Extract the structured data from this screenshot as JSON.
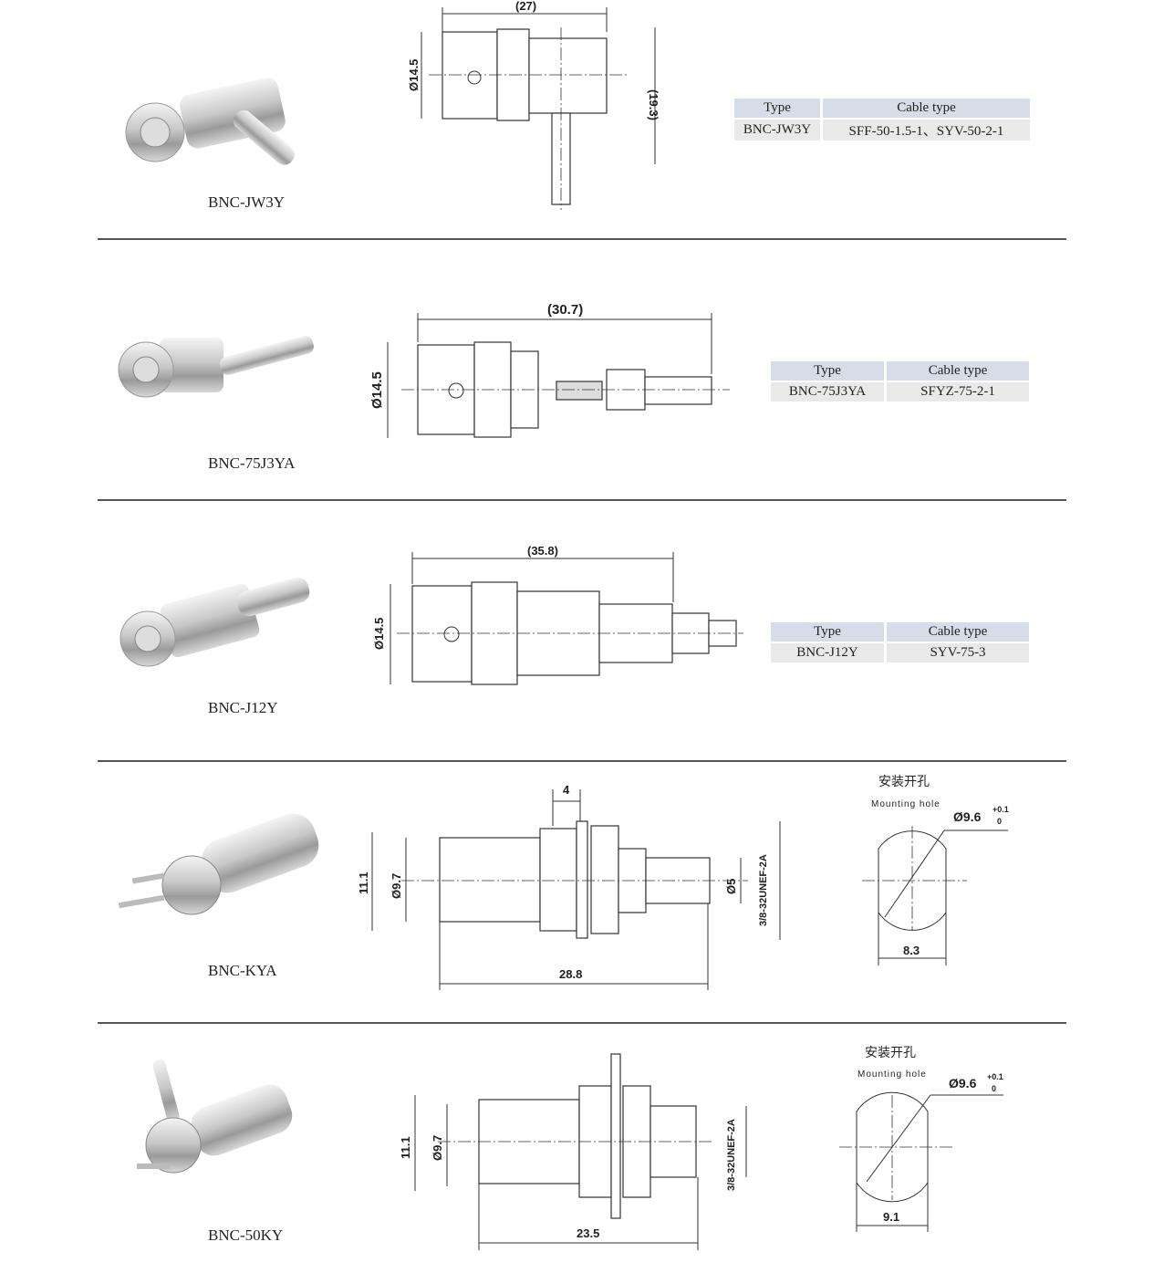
{
  "products": [
    {
      "name": "BNC-JW3Y",
      "dims": {
        "length": "(27)",
        "diameter": "Ø14.5",
        "height": "(19.3)"
      },
      "table": {
        "headers": [
          "Type",
          "Cable type"
        ],
        "row": [
          "BNC-JW3Y",
          "SFF-50-1.5-1、SYV-50-2-1"
        ]
      }
    },
    {
      "name": "BNC-75J3YA",
      "dims": {
        "length": "(30.7)",
        "diameter": "Ø14.5"
      },
      "table": {
        "headers": [
          "Type",
          "Cable type"
        ],
        "row": [
          "BNC-75J3YA",
          "SFYZ-75-2-1"
        ]
      }
    },
    {
      "name": "BNC-J12Y",
      "dims": {
        "length": "(35.8)",
        "diameter": "Ø14.5"
      },
      "table": {
        "headers": [
          "Type",
          "Cable type"
        ],
        "row": [
          "BNC-J12Y",
          "SYV-75-3"
        ]
      }
    },
    {
      "name": "BNC-KYA",
      "dims": {
        "panel": "4",
        "outer": "11.1",
        "diameter": "Ø9.7",
        "pin": "Ø5",
        "thread": "3/8-32UNEF-2A",
        "length": "28.8"
      },
      "mounting": {
        "title_cn": "安装开孔",
        "title_en": "Mounting hole",
        "hole": "Ø9.6",
        "tol_plus": "+0.1",
        "tol_minus": "0",
        "flat": "8.3"
      }
    },
    {
      "name": "BNC-50KY",
      "dims": {
        "outer": "11.1",
        "diameter": "Ø9.7",
        "thread": "3/8-32UNEF-2A",
        "length": "23.5"
      },
      "mounting": {
        "title_cn": "安装开孔",
        "title_en": "Mounting hole",
        "hole": "Ø9.6",
        "tol_plus": "+0.1",
        "tol_minus": "0",
        "flat": "9.1"
      }
    }
  ]
}
